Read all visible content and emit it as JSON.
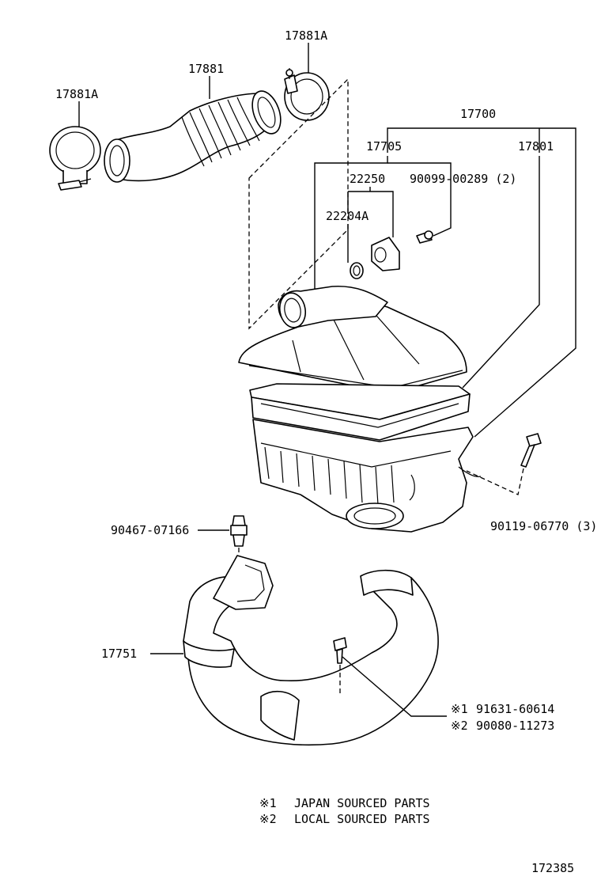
{
  "labels": {
    "clamp_left": "17881A",
    "clamp_right": "17881A",
    "hose_upper": "17881",
    "air_cleaner_assy": "17700",
    "cap_sub_assy": "17705",
    "element": "17801",
    "meter": "22250",
    "screw": "90099-00289 (2)",
    "o_ring": "22204A",
    "clip_part": "90467-07166",
    "bolt_right": "90119-06770 (3)",
    "intake_hose": "17751",
    "bolt_bottom_1": "91631-60614",
    "bolt_bottom_2": "90080-11273",
    "mark_1": "※1",
    "mark_2": "※2"
  },
  "notes": [
    {
      "mark": "※1",
      "text": "JAPAN SOURCED PARTS"
    },
    {
      "mark": "※2",
      "text": "LOCAL SOURCED PARTS"
    }
  ],
  "diagram_id": "172385"
}
